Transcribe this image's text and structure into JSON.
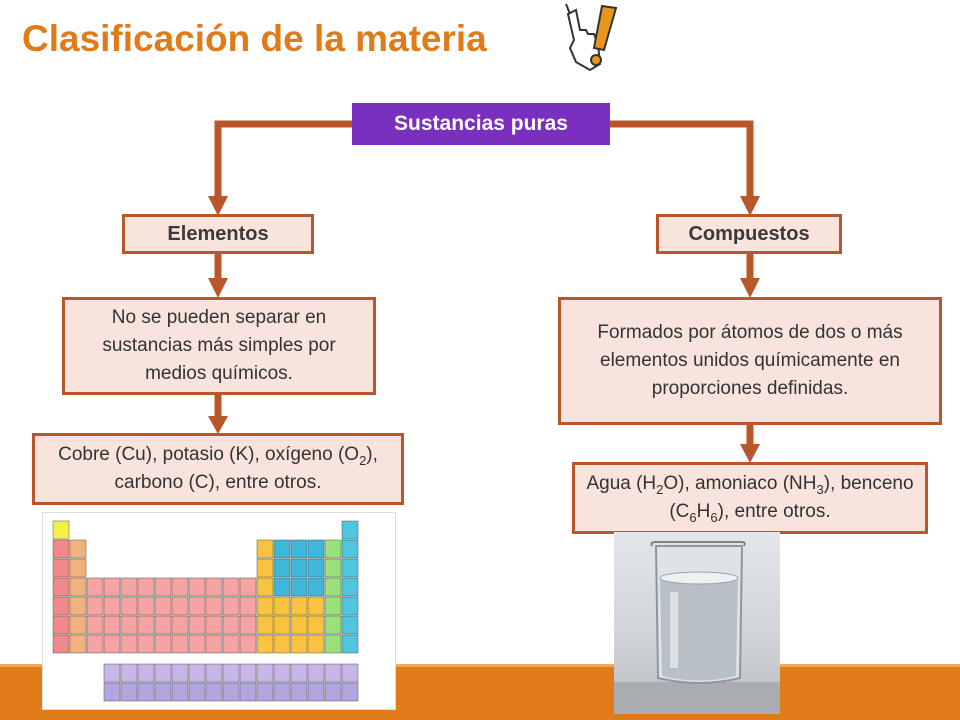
{
  "title": "Clasificación de la materia",
  "root": {
    "label": "Sustancias puras"
  },
  "left": {
    "head": "Elementos",
    "description": "No se pueden separar en sustancias más simples por medios químicos.",
    "examples": {
      "t1": "Cobre (Cu), potasio (K), oxígeno (O",
      "s1": "2",
      "t2": "), carbono (C), entre otros."
    }
  },
  "right": {
    "head": "Compuestos",
    "description": "Formados por átomos de dos o más elementos unidos químicamente en proporciones definidas.",
    "examples": {
      "t1": "Agua (H",
      "s1": "2",
      "t2": "O), amoniaco (NH",
      "s2": "3",
      "t3": "), benceno (C",
      "s3": "6",
      "t4": "H",
      "s4": "6",
      "t5": "), entre otros."
    }
  },
  "colors": {
    "accent": "#e07b1a",
    "connector": "#b9572a",
    "root_bg": "#7b2fbf",
    "box_bg": "#f8e4dc"
  },
  "icons": {
    "hand": "pointing-hand-exclamation-icon",
    "periodic_table": "periodic-table-image",
    "beaker": "water-beaker-image"
  }
}
